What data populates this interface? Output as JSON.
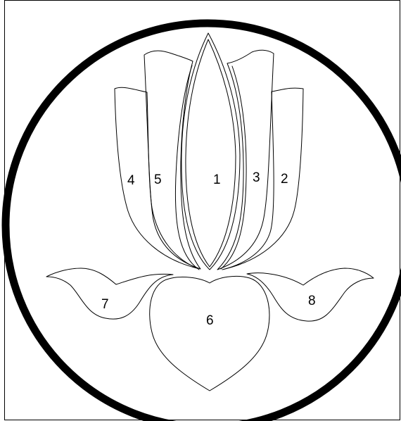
{
  "diagram": {
    "regions": [
      {
        "id": "petal-1",
        "label": "1"
      },
      {
        "id": "petal-2",
        "label": "2"
      },
      {
        "id": "petal-3",
        "label": "3"
      },
      {
        "id": "petal-4",
        "label": "4"
      },
      {
        "id": "petal-5",
        "label": "5"
      },
      {
        "id": "base-6",
        "label": "6"
      },
      {
        "id": "leaf-7",
        "label": "7"
      },
      {
        "id": "leaf-8",
        "label": "8"
      }
    ]
  },
  "colors": {
    "stroke": "#000000",
    "background": "#ffffff"
  }
}
